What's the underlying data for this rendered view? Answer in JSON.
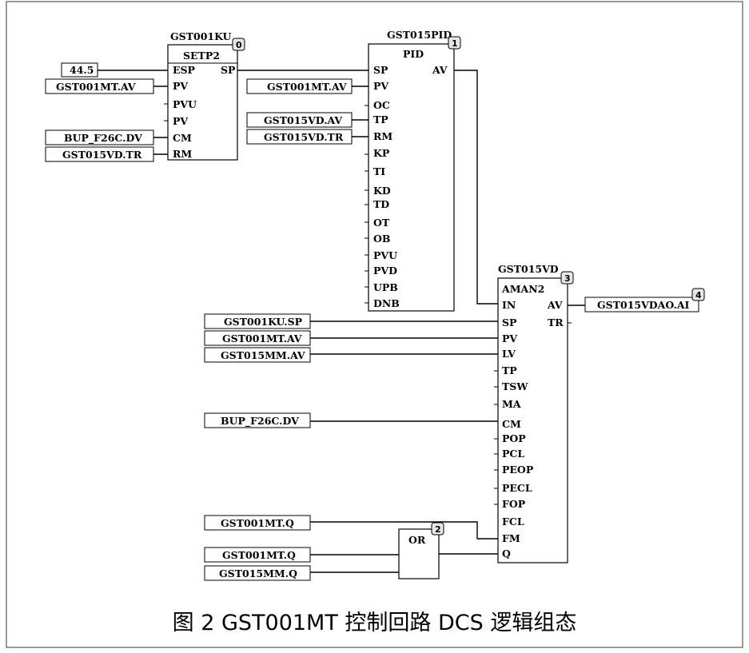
{
  "caption": "图 2   GST001MT 控制回路 DCS 逻辑组态",
  "blocks": {
    "setp2": {
      "tag": "GST001KU",
      "type": "SETP2",
      "number": "0",
      "inputs": [
        "ESP",
        "PV",
        "PVU",
        "PV",
        "CM",
        "RM"
      ],
      "outputs": [
        "SP"
      ]
    },
    "pid": {
      "tag": "GST015PID",
      "type": "PID",
      "number": "1",
      "inputs": [
        "SP",
        "PV",
        "OC",
        "TP",
        "RM",
        "KP",
        "TI",
        "KD",
        "TD",
        "OT",
        "OB",
        "PVU",
        "PVD",
        "UPB",
        "DNB"
      ],
      "outputs": [
        "AV"
      ]
    },
    "or": {
      "type": "OR",
      "number": "2"
    },
    "aman": {
      "tag": "GST015VD",
      "type": "AMAN2",
      "number": "3",
      "inputs": [
        "IN",
        "SP",
        "PV",
        "LV",
        "TP",
        "TSW",
        "MA",
        "CM",
        "POP",
        "PCL",
        "PEOP",
        "PECL",
        "FOP",
        "FCL",
        "FM",
        "Q"
      ],
      "outputs": [
        "AV",
        "TR"
      ]
    },
    "out": {
      "tag": "GST015VDAO.AI",
      "number": "4"
    }
  },
  "signals": {
    "setp2_esp": "44.5",
    "setp2_pv": "GST001MT.AV",
    "setp2_cm": "BUP_F26C.DV",
    "setp2_rm": "GST015VD.TR",
    "pid_pv": "GST001MT.AV",
    "pid_tp": "GST015VD.AV",
    "pid_rm": "GST015VD.TR",
    "aman_sp": "GST001KU.SP",
    "aman_pv": "GST001MT.AV",
    "aman_lv": "GST015MM.AV",
    "aman_cm": "BUP_F26C.DV",
    "aman_fcl": "GST001MT.Q",
    "or_in1": "GST001MT.Q",
    "or_in2": "GST015MM.Q"
  }
}
